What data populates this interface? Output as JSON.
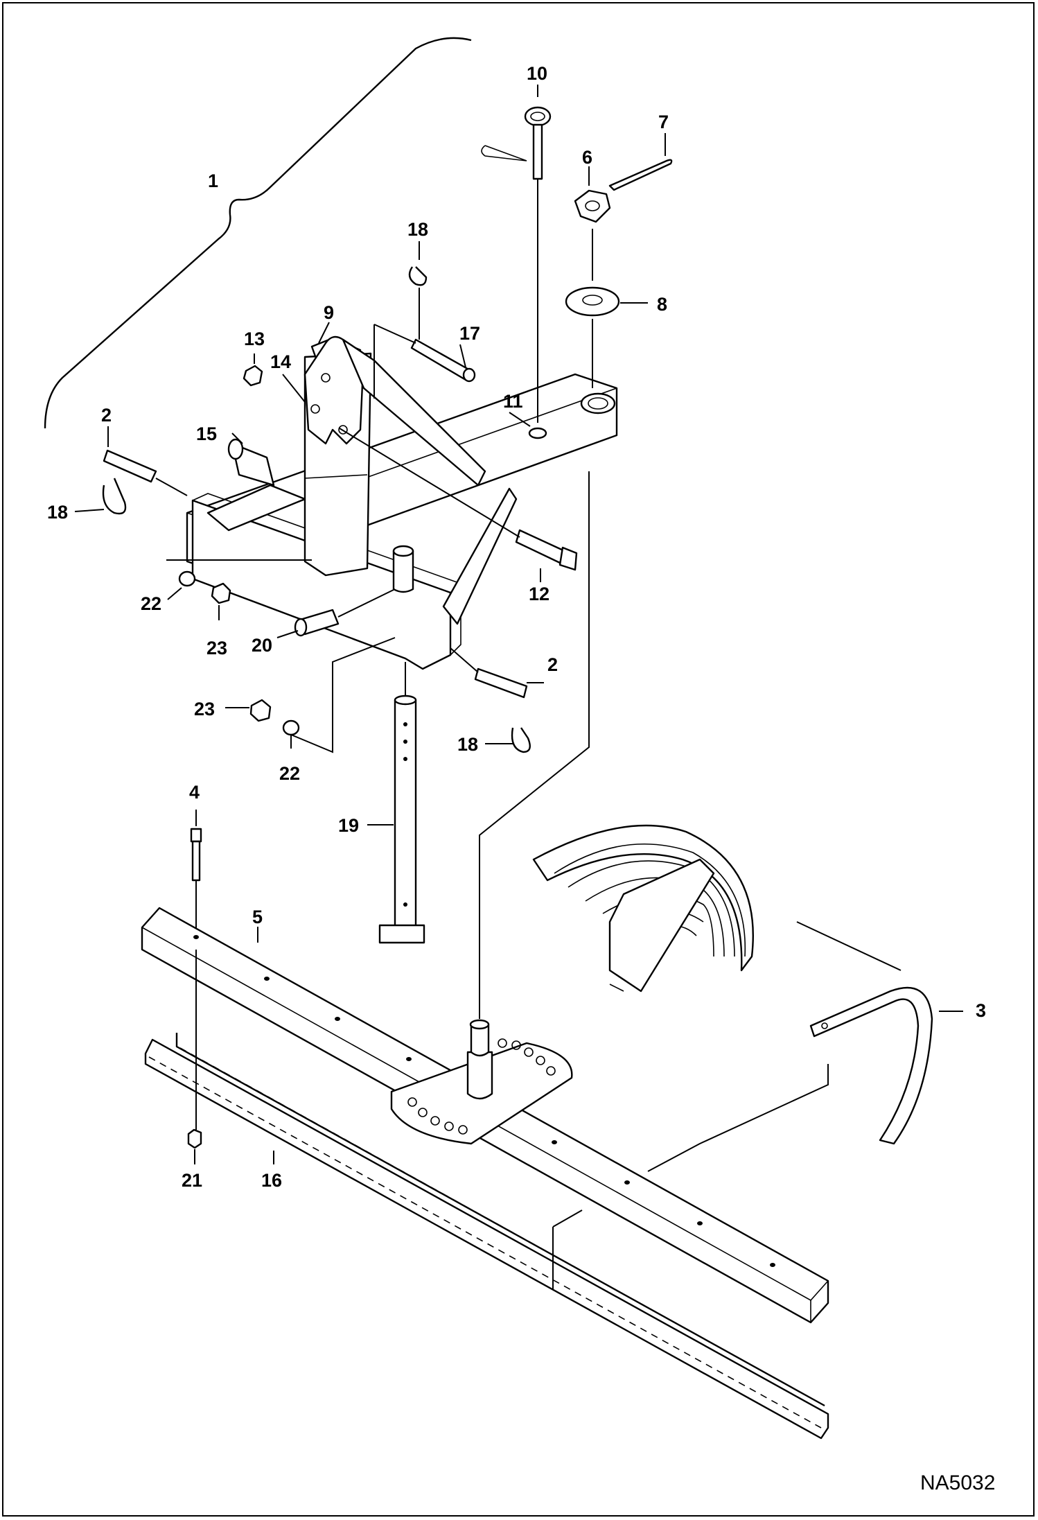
{
  "diagram": {
    "reference_code": "NA5032",
    "callouts": [
      {
        "id": "c1",
        "label": "1"
      },
      {
        "id": "c2a",
        "label": "2"
      },
      {
        "id": "c2b",
        "label": "2"
      },
      {
        "id": "c3",
        "label": "3"
      },
      {
        "id": "c4",
        "label": "4"
      },
      {
        "id": "c5",
        "label": "5"
      },
      {
        "id": "c6",
        "label": "6"
      },
      {
        "id": "c7",
        "label": "7"
      },
      {
        "id": "c8",
        "label": "8"
      },
      {
        "id": "c9",
        "label": "9"
      },
      {
        "id": "c10",
        "label": "10"
      },
      {
        "id": "c11",
        "label": "11"
      },
      {
        "id": "c12",
        "label": "12"
      },
      {
        "id": "c13",
        "label": "13"
      },
      {
        "id": "c14",
        "label": "14"
      },
      {
        "id": "c15",
        "label": "15"
      },
      {
        "id": "c16",
        "label": "16"
      },
      {
        "id": "c17",
        "label": "17"
      },
      {
        "id": "c18a",
        "label": "18"
      },
      {
        "id": "c18b",
        "label": "18"
      },
      {
        "id": "c18c",
        "label": "18"
      },
      {
        "id": "c19",
        "label": "19"
      },
      {
        "id": "c20",
        "label": "20"
      },
      {
        "id": "c21",
        "label": "21"
      },
      {
        "id": "c22a",
        "label": "22"
      },
      {
        "id": "c22b",
        "label": "22"
      },
      {
        "id": "c23a",
        "label": "23"
      },
      {
        "id": "c23b",
        "label": "23"
      }
    ]
  }
}
